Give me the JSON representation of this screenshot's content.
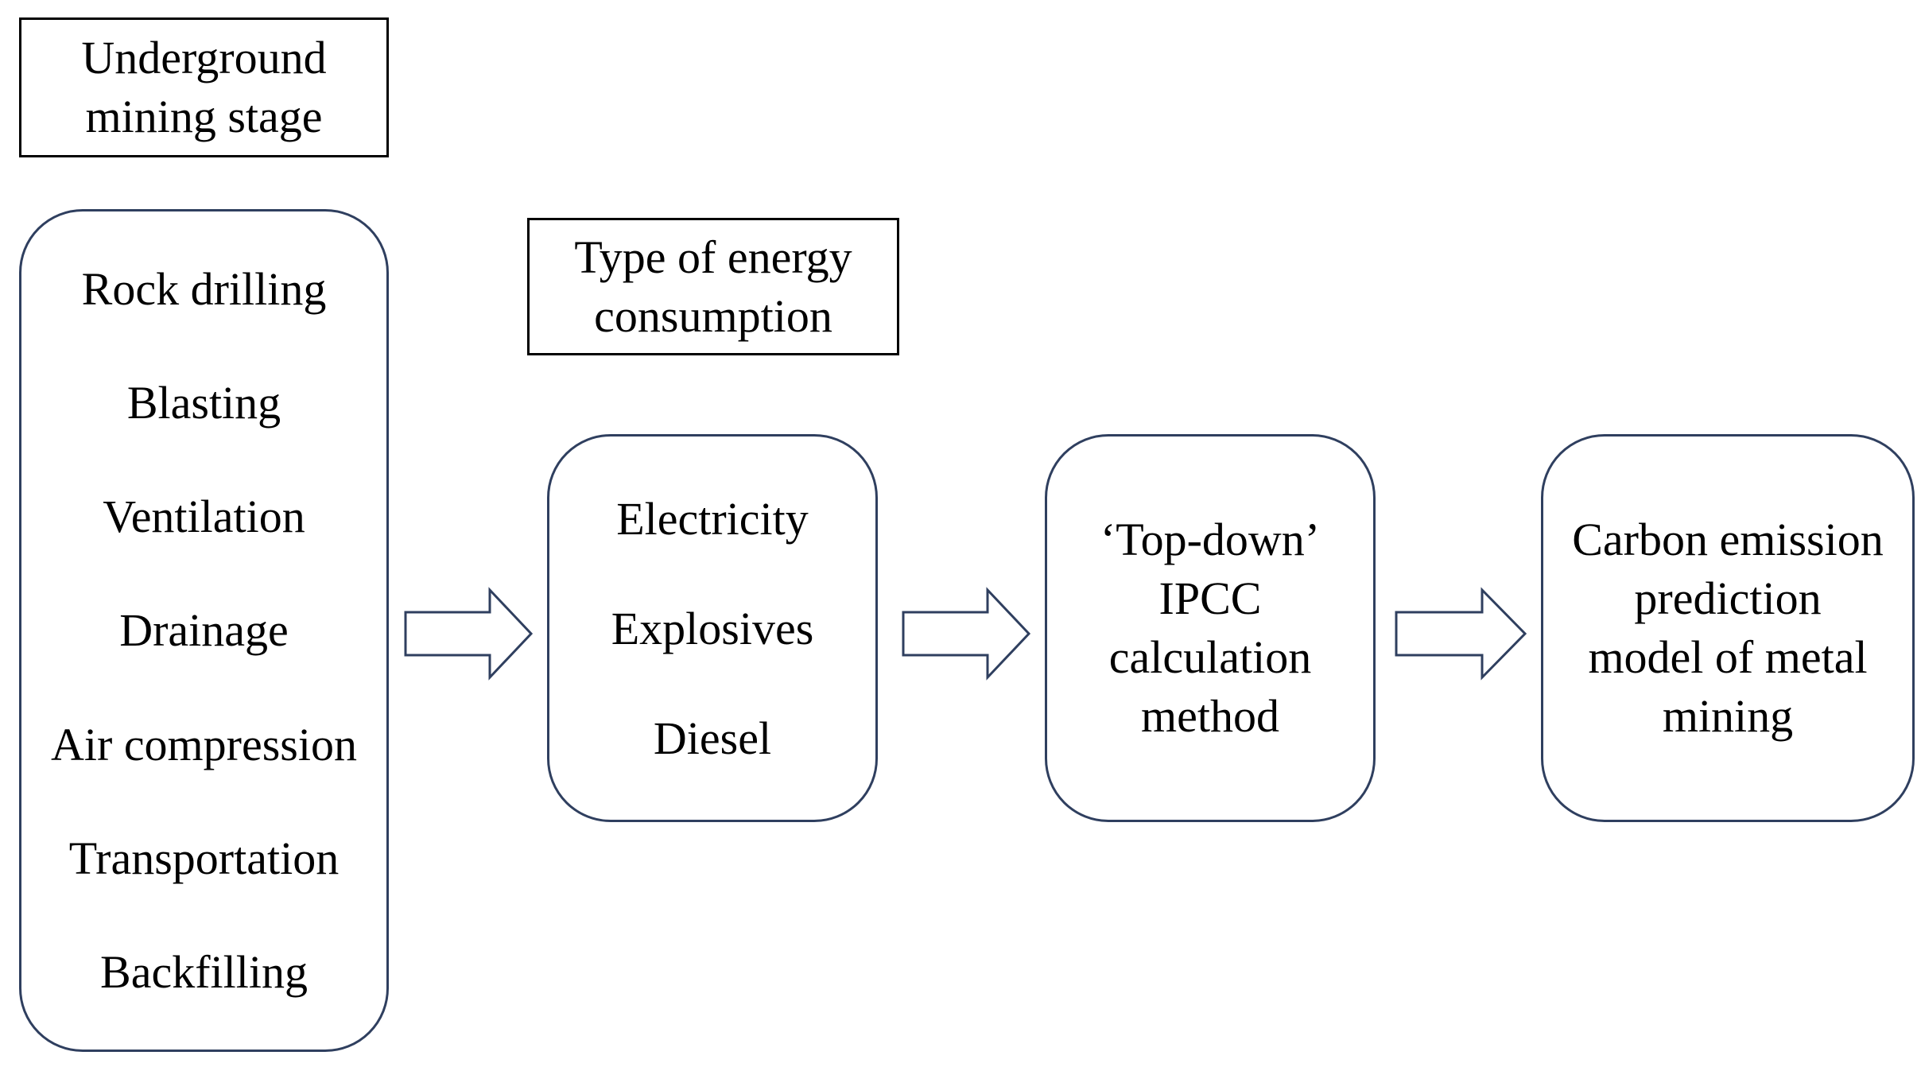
{
  "stage_label": [
    "Underground",
    "mining stage"
  ],
  "energy_label": [
    "Type of energy",
    "consumption"
  ],
  "processes": [
    "Rock drilling",
    "Blasting",
    "Ventilation",
    "Drainage",
    "Air compression",
    "Transportation",
    "Backfilling"
  ],
  "energy_types": [
    "Electricity",
    "Explosives",
    "Diesel"
  ],
  "method": [
    "‘Top-down’",
    "IPCC",
    "calculation",
    "method"
  ],
  "model": [
    "Carbon emission",
    "prediction",
    "model of metal",
    "mining"
  ],
  "colors": {
    "node_border": "#2f3f5f",
    "label_border": "#000000",
    "arrow_stroke": "#2f3f5f",
    "text": "#000000"
  },
  "icons": [
    "right-arrow-icon"
  ]
}
